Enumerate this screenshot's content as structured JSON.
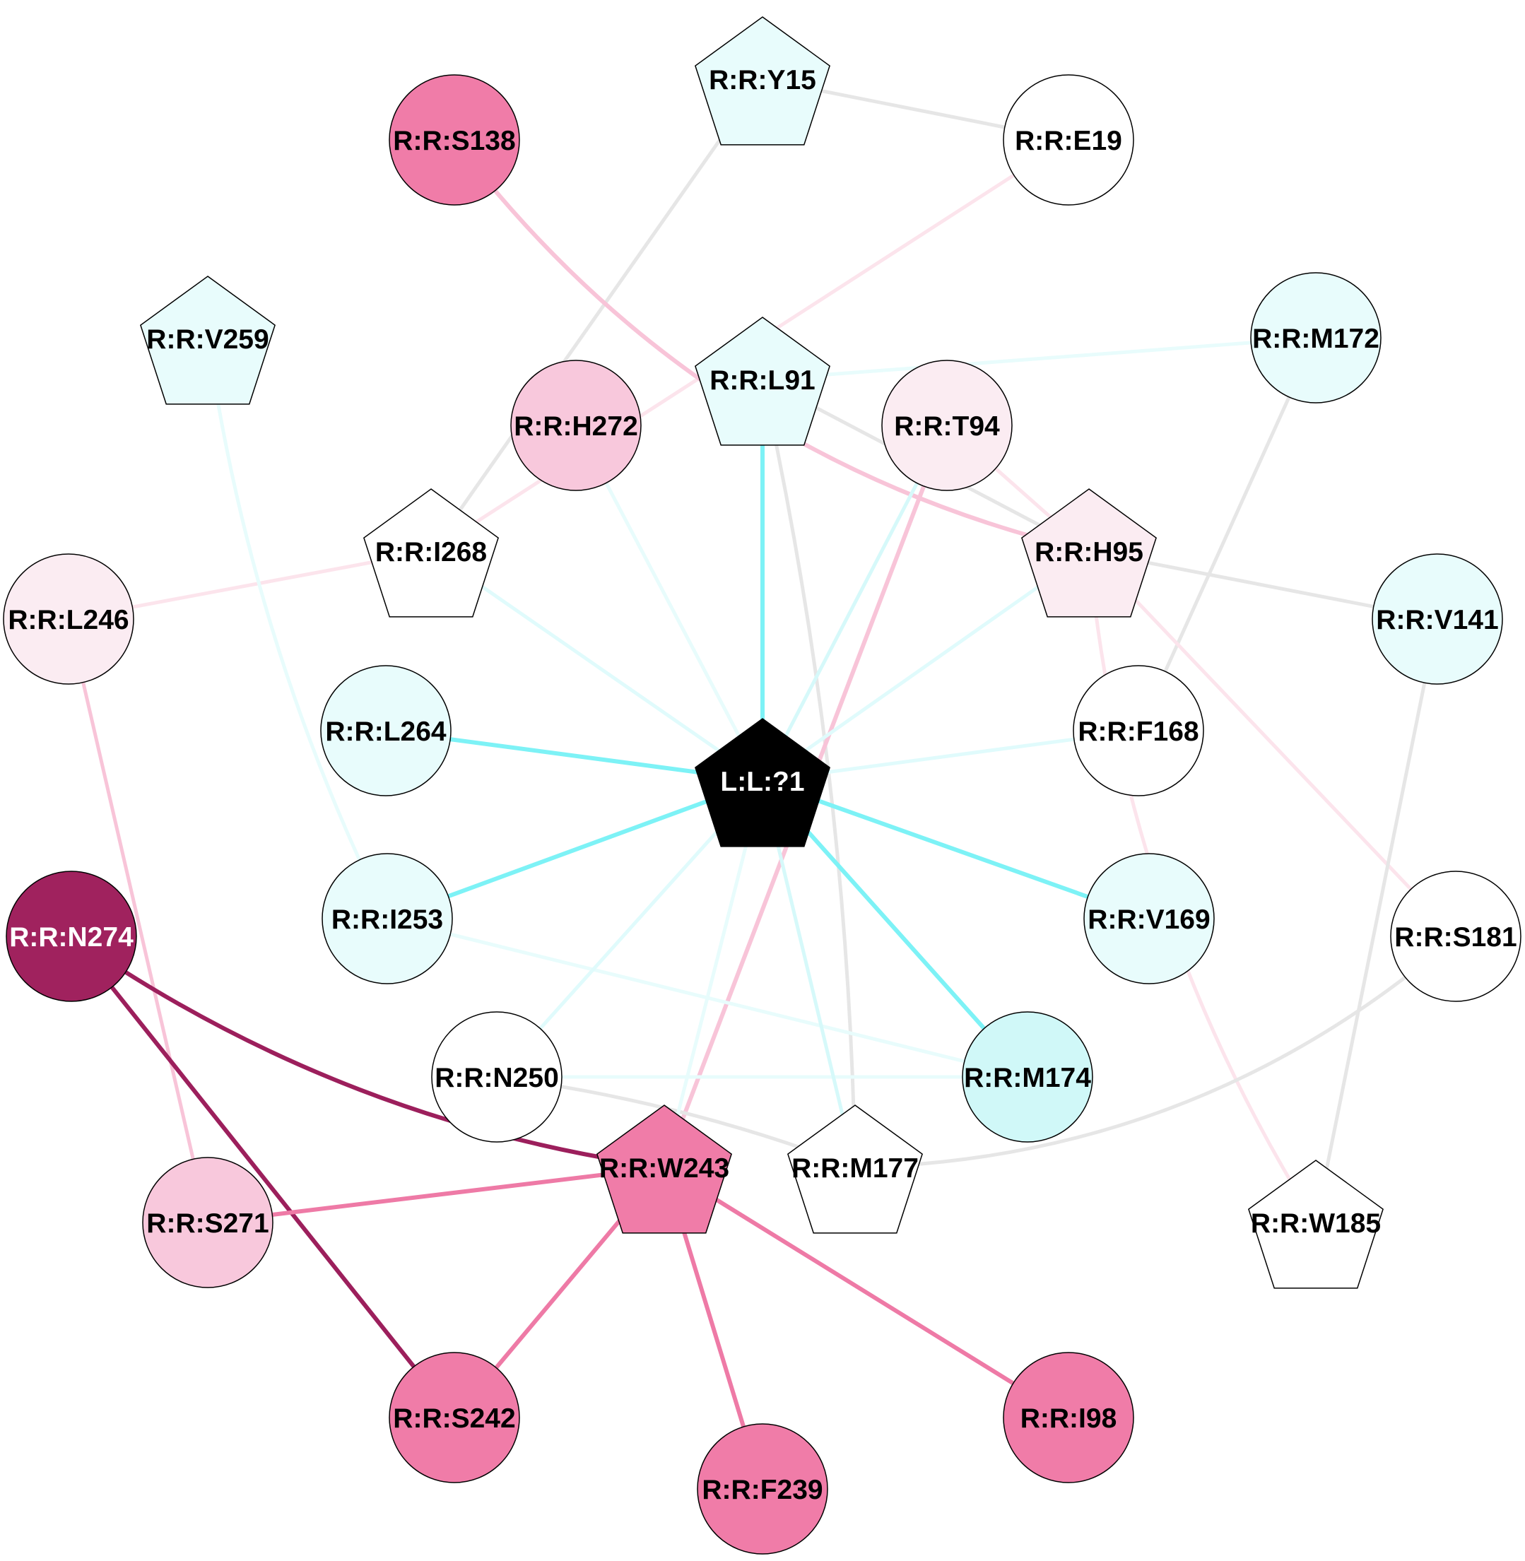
{
  "nodes": [
    {
      "id": "Y15",
      "label": "R:R:Y15",
      "shape": "pentagon",
      "fill": "#e8fcfc",
      "text": "#000000"
    },
    {
      "id": "E19",
      "label": "R:R:E19",
      "shape": "circle",
      "fill": "#ffffff",
      "text": "#000000"
    },
    {
      "id": "S138",
      "label": "R:R:S138",
      "shape": "circle",
      "fill": "#f07ca8",
      "text": "#000000"
    },
    {
      "id": "V259",
      "label": "R:R:V259",
      "shape": "pentagon",
      "fill": "#e8fcfc",
      "text": "#000000"
    },
    {
      "id": "L91",
      "label": "R:R:L91",
      "shape": "pentagon",
      "fill": "#e8fcfc",
      "text": "#000000"
    },
    {
      "id": "M172",
      "label": "R:R:M172",
      "shape": "circle",
      "fill": "#e8fcfc",
      "text": "#000000"
    },
    {
      "id": "H272",
      "label": "R:R:H272",
      "shape": "circle",
      "fill": "#f8c8dc",
      "text": "#000000"
    },
    {
      "id": "T94",
      "label": "R:R:T94",
      "shape": "circle",
      "fill": "#fbecf2",
      "text": "#000000"
    },
    {
      "id": "I268",
      "label": "R:R:I268",
      "shape": "pentagon",
      "fill": "#ffffff",
      "text": "#000000"
    },
    {
      "id": "H95",
      "label": "R:R:H95",
      "shape": "pentagon",
      "fill": "#fbecf2",
      "text": "#000000"
    },
    {
      "id": "L246",
      "label": "R:R:L246",
      "shape": "circle",
      "fill": "#fbecf2",
      "text": "#000000"
    },
    {
      "id": "V141",
      "label": "R:R:V141",
      "shape": "circle",
      "fill": "#e8fcfc",
      "text": "#000000"
    },
    {
      "id": "L264",
      "label": "R:R:L264",
      "shape": "circle",
      "fill": "#e8fcfc",
      "text": "#000000"
    },
    {
      "id": "F168",
      "label": "R:R:F168",
      "shape": "circle",
      "fill": "#ffffff",
      "text": "#000000"
    },
    {
      "id": "LIG",
      "label": "L:L:?1",
      "shape": "pentagon",
      "fill": "#000000",
      "text": "#ffffff"
    },
    {
      "id": "N274",
      "label": "R:R:N274",
      "shape": "circle",
      "fill": "#a0225e",
      "text": "#ffffff"
    },
    {
      "id": "I253",
      "label": "R:R:I253",
      "shape": "circle",
      "fill": "#e8fcfc",
      "text": "#000000"
    },
    {
      "id": "V169",
      "label": "R:R:V169",
      "shape": "circle",
      "fill": "#e8fcfc",
      "text": "#000000"
    },
    {
      "id": "S181",
      "label": "R:R:S181",
      "shape": "circle",
      "fill": "#ffffff",
      "text": "#000000"
    },
    {
      "id": "N250",
      "label": "R:R:N250",
      "shape": "circle",
      "fill": "#ffffff",
      "text": "#000000"
    },
    {
      "id": "M174",
      "label": "R:R:M174",
      "shape": "circle",
      "fill": "#d0f8f8",
      "text": "#000000"
    },
    {
      "id": "W243",
      "label": "R:R:W243",
      "shape": "pentagon",
      "fill": "#f07ca8",
      "text": "#000000"
    },
    {
      "id": "M177",
      "label": "R:R:M177",
      "shape": "pentagon",
      "fill": "#ffffff",
      "text": "#000000"
    },
    {
      "id": "S271",
      "label": "R:R:S271",
      "shape": "circle",
      "fill": "#f8c8dc",
      "text": "#000000"
    },
    {
      "id": "W185",
      "label": "R:R:W185",
      "shape": "pentagon",
      "fill": "#ffffff",
      "text": "#000000"
    },
    {
      "id": "S242",
      "label": "R:R:S242",
      "shape": "circle",
      "fill": "#f07ca8",
      "text": "#000000"
    },
    {
      "id": "I98",
      "label": "R:R:I98",
      "shape": "circle",
      "fill": "#f07ca8",
      "text": "#000000"
    },
    {
      "id": "F239",
      "label": "R:R:F239",
      "shape": "circle",
      "fill": "#f07ca8",
      "text": "#000000"
    }
  ],
  "edges": [
    {
      "from": "Y15",
      "to": "E19",
      "color": "#e6e6e6"
    },
    {
      "from": "Y15",
      "to": "I268",
      "color": "#e6e6e6"
    },
    {
      "from": "E19",
      "to": "I268",
      "color": "#fce4ec"
    },
    {
      "from": "S138",
      "to": "H95",
      "color": "#f8c4d8"
    },
    {
      "from": "M172",
      "to": "L91",
      "color": "#e8fcfc"
    },
    {
      "from": "M172",
      "to": "F168",
      "color": "#e6e6e6"
    },
    {
      "from": "L91",
      "to": "LIG",
      "color": "#7df2f6"
    },
    {
      "from": "L91",
      "to": "H95",
      "color": "#e6e6e6"
    },
    {
      "from": "L91",
      "to": "M177",
      "color": "#e6e6e6"
    },
    {
      "from": "T94",
      "to": "H95",
      "color": "#fce4ec"
    },
    {
      "from": "T94",
      "to": "LIG",
      "color": "#d6f9fa"
    },
    {
      "from": "T94",
      "to": "W243",
      "color": "#f8c4d8"
    },
    {
      "from": "H272",
      "to": "LIG",
      "color": "#e8fcfc"
    },
    {
      "from": "I268",
      "to": "LIG",
      "color": "#e0fbfc"
    },
    {
      "from": "I268",
      "to": "L246",
      "color": "#fce4ec"
    },
    {
      "from": "V259",
      "to": "I253",
      "color": "#e8fcfc"
    },
    {
      "from": "H95",
      "to": "LIG",
      "color": "#e0fbfc"
    },
    {
      "from": "H95",
      "to": "V141",
      "color": "#e6e6e6"
    },
    {
      "from": "H95",
      "to": "S181",
      "color": "#fce4ec"
    },
    {
      "from": "H95",
      "to": "W185",
      "color": "#fce4ec"
    },
    {
      "from": "V141",
      "to": "W185",
      "color": "#e6e6e6"
    },
    {
      "from": "L246",
      "to": "S271",
      "color": "#f8c4d8"
    },
    {
      "from": "L264",
      "to": "LIG",
      "color": "#7df2f6"
    },
    {
      "from": "F168",
      "to": "LIG",
      "color": "#e0fbfc"
    },
    {
      "from": "I253",
      "to": "LIG",
      "color": "#7df2f6"
    },
    {
      "from": "I253",
      "to": "M174",
      "color": "#e8fcfc"
    },
    {
      "from": "V169",
      "to": "LIG",
      "color": "#7df2f6"
    },
    {
      "from": "M174",
      "to": "LIG",
      "color": "#7df2f6"
    },
    {
      "from": "N250",
      "to": "LIG",
      "color": "#e0fbfc"
    },
    {
      "from": "N250",
      "to": "M174",
      "color": "#e8fcfc"
    },
    {
      "from": "N250",
      "to": "M177",
      "color": "#e6e6e6"
    },
    {
      "from": "M177",
      "to": "LIG",
      "color": "#d6f9fa"
    },
    {
      "from": "M177",
      "to": "S181",
      "color": "#e6e6e6"
    },
    {
      "from": "W243",
      "to": "LIG",
      "color": "#e8fcfc"
    },
    {
      "from": "N274",
      "to": "W243",
      "color": "#9c1f5c"
    },
    {
      "from": "N274",
      "to": "S242",
      "color": "#9c1f5c"
    },
    {
      "from": "W243",
      "to": "S271",
      "color": "#ee7aa6"
    },
    {
      "from": "W243",
      "to": "S242",
      "color": "#ee7aa6"
    },
    {
      "from": "W243",
      "to": "F239",
      "color": "#ee7aa6"
    },
    {
      "from": "W243",
      "to": "I98",
      "color": "#ee7aa6"
    }
  ]
}
